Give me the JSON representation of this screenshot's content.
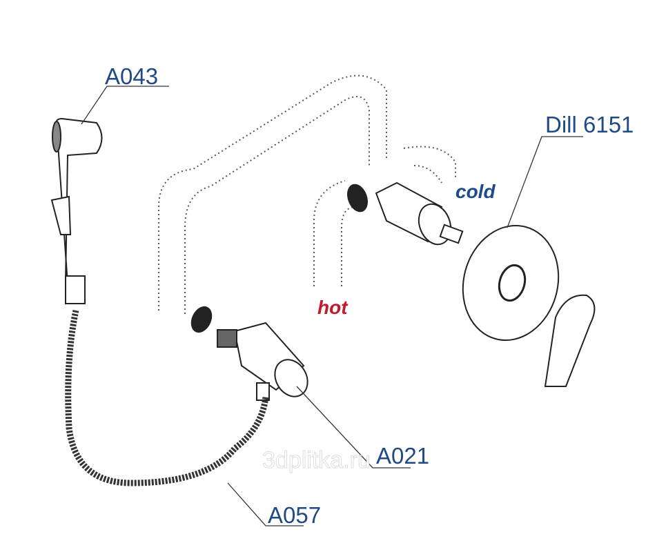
{
  "labels": {
    "hand_shower": "A043",
    "mixer": "Dill 6151",
    "wall_outlet": "A021",
    "hose": "A057"
  },
  "pipes": {
    "hot": "hot",
    "cold": "cold"
  },
  "watermark": "3dplitka.ru",
  "colors": {
    "label": "#1f4a86",
    "hot": "#c21a2c",
    "cold": "#1c4a8c",
    "line": "#222222"
  }
}
